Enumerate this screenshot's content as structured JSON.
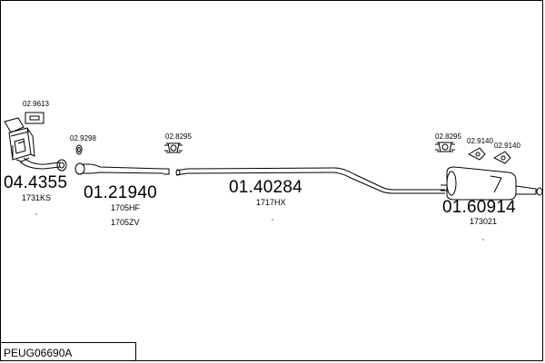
{
  "diagram_code": "PEUG06690A",
  "parts": [
    {
      "part_no": "04.4355",
      "ref": "1731KS"
    },
    {
      "part_no": "01.21940",
      "ref": "1705HF",
      "ref2": "1705ZV"
    },
    {
      "part_no": "01.40284",
      "ref": "1717HX"
    },
    {
      "part_no": "01.60914",
      "ref": "173021"
    }
  ],
  "fittings": [
    {
      "part_no": "02.9613"
    },
    {
      "part_no": "02.9298"
    },
    {
      "part_no": "02.8295"
    },
    {
      "part_no": "02.8295"
    },
    {
      "part_no": "02.9140"
    },
    {
      "part_no": "02.9140"
    }
  ]
}
